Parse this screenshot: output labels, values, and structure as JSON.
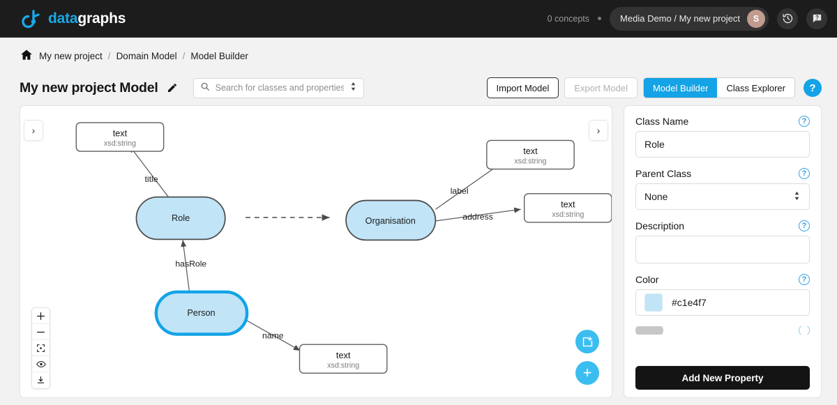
{
  "topbar": {
    "logo_data": "data",
    "logo_graphs": "graphs",
    "logo_icon": "datagraphs-logo-icon",
    "concepts": "0 concepts",
    "project": "Media Demo / My new project",
    "avatar_initial": "S",
    "history_icon": "history-icon",
    "help_icon": "help-bubble-icon",
    "brand_blue": "#19a8e6"
  },
  "breadcrumb": {
    "home_icon": "home-icon",
    "items": [
      "My new project",
      "Domain Model",
      "Model Builder"
    ],
    "separator": "/"
  },
  "titlebar": {
    "title": "My new project Model",
    "edit_icon": "pencil-icon",
    "search_placeholder": "Search for classes and properties",
    "search_value": "",
    "search_icon": "search-icon",
    "sort_icon": "sort-updown-icon",
    "import_label": "Import Model",
    "export_label": "Export Model",
    "tabs": [
      {
        "label": "Model Builder",
        "active": true
      },
      {
        "label": "Class Explorer",
        "active": false
      }
    ],
    "help_label": "?"
  },
  "canvas": {
    "left_toggle": "›",
    "right_toggle": "›",
    "zoom_tools": [
      {
        "name": "zoom-in-icon",
        "glyph": "+"
      },
      {
        "name": "zoom-out-icon",
        "glyph": "−"
      },
      {
        "name": "fit-to-screen-icon",
        "glyph": "fit"
      },
      {
        "name": "visibility-icon",
        "glyph": "eye"
      },
      {
        "name": "download-icon",
        "glyph": "download"
      }
    ],
    "fabs": [
      {
        "name": "new-class-fab",
        "icon": "new-box-plus-icon"
      },
      {
        "name": "add-fab",
        "icon": "plus-icon"
      }
    ],
    "graph": {
      "class_nodes": [
        {
          "id": "role",
          "label": "Role",
          "selected": false,
          "fill": "#c1e4f7"
        },
        {
          "id": "organisation",
          "label": "Organisation",
          "selected": false,
          "fill": "#c1e4f7"
        },
        {
          "id": "person",
          "label": "Person",
          "selected": true,
          "fill": "#c1e4f7"
        }
      ],
      "literal_nodes": [
        {
          "id": "lit-title",
          "main": "text",
          "sub": "xsd:string"
        },
        {
          "id": "lit-label",
          "main": "text",
          "sub": "xsd:string"
        },
        {
          "id": "lit-address",
          "main": "text",
          "sub": "xsd:string"
        },
        {
          "id": "lit-name",
          "main": "text",
          "sub": "xsd:string"
        }
      ],
      "edges": [
        {
          "label": "title",
          "from": "role",
          "to": "lit-title",
          "style": "solid"
        },
        {
          "label": "hasRole",
          "from": "person",
          "to": "role",
          "style": "solid"
        },
        {
          "label": "label",
          "from": "organisation",
          "to": "lit-label",
          "style": "solid"
        },
        {
          "label": "address",
          "from": "organisation",
          "to": "lit-address",
          "style": "solid"
        },
        {
          "label": "name",
          "from": "person",
          "to": "lit-name",
          "style": "solid"
        },
        {
          "label": "",
          "from": "role",
          "to": "organisation",
          "style": "dashed"
        }
      ]
    }
  },
  "panel": {
    "class_name_label": "Class Name",
    "class_name_value": "Role",
    "parent_class_label": "Parent Class",
    "parent_class_value": "None",
    "description_label": "Description",
    "description_value": "",
    "color_label": "Color",
    "color_value": "#c1e4f7",
    "help_glyph": "?",
    "add_property_label": "Add New Property"
  }
}
